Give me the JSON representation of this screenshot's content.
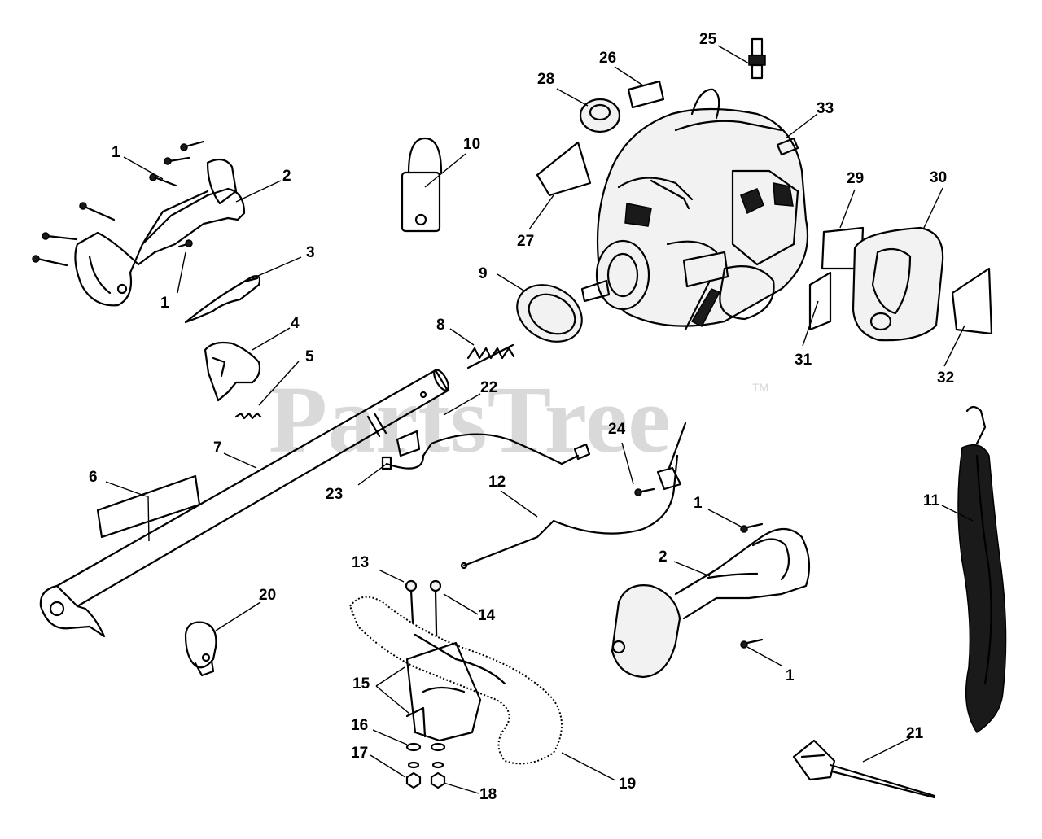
{
  "watermark": {
    "text": "PartsTree",
    "trademark": "TM"
  },
  "labels": {
    "l1a": "1",
    "l1b": "1",
    "l1c": "1",
    "l1d": "1",
    "l2a": "2",
    "l2b": "2",
    "l3": "3",
    "l4": "4",
    "l5": "5",
    "l6": "6",
    "l7": "7",
    "l8": "8",
    "l9": "9",
    "l10": "10",
    "l11": "11",
    "l12": "12",
    "l13": "13",
    "l14": "14",
    "l15": "15",
    "l16": "16",
    "l17": "17",
    "l18": "18",
    "l19": "19",
    "l20": "20",
    "l21": "21",
    "l22": "22",
    "l23": "23",
    "l24": "24",
    "l25": "25",
    "l26": "26",
    "l27": "27",
    "l28": "28",
    "l29": "29",
    "l30": "30",
    "l31": "31",
    "l32": "32",
    "l33": "33"
  }
}
